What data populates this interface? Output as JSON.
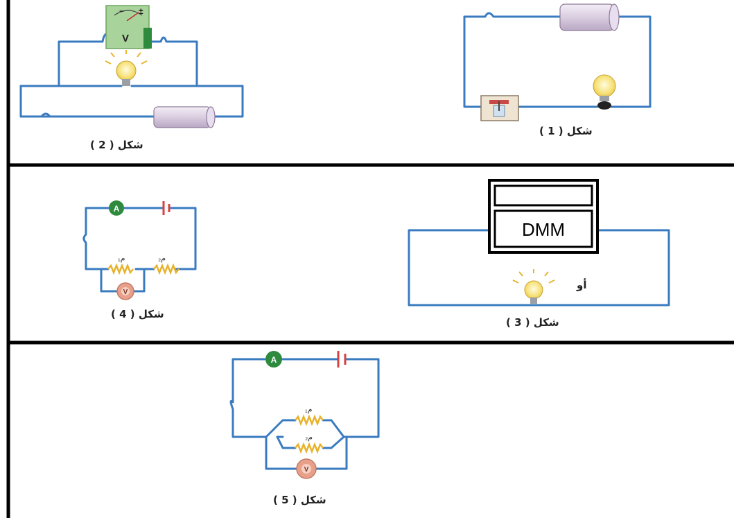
{
  "figures": {
    "fig1": {
      "caption": "شكل ( 1 )"
    },
    "fig2": {
      "caption": "شكل ( 2 )",
      "meter_label": "V",
      "meter_minus": "−",
      "meter_plus": "±"
    },
    "fig3": {
      "caption": "شكل ( 3 )",
      "meter_label": "DMM",
      "or_label": "أو"
    },
    "fig4": {
      "caption": "شكل ( 4 )",
      "ammeter_label": "A",
      "voltmeter_label": "V",
      "r1_label": "م₁",
      "r2_label": "م₂"
    },
    "fig5": {
      "caption": "شكل ( 5 )",
      "ammeter_label": "A",
      "voltmeter_label": "V",
      "r1_label": "م₁",
      "r2_label": "م₂"
    }
  },
  "colors": {
    "wire": "#3a7bc0",
    "ammeter": "#2e8b3e",
    "voltmeter": "#e8a08a",
    "battery_cell": "#d9cde0",
    "bulb": "#f7e27a",
    "resistor": "#e7b22b",
    "battery_terminal": "#d94040",
    "panel_border": "#000000"
  }
}
